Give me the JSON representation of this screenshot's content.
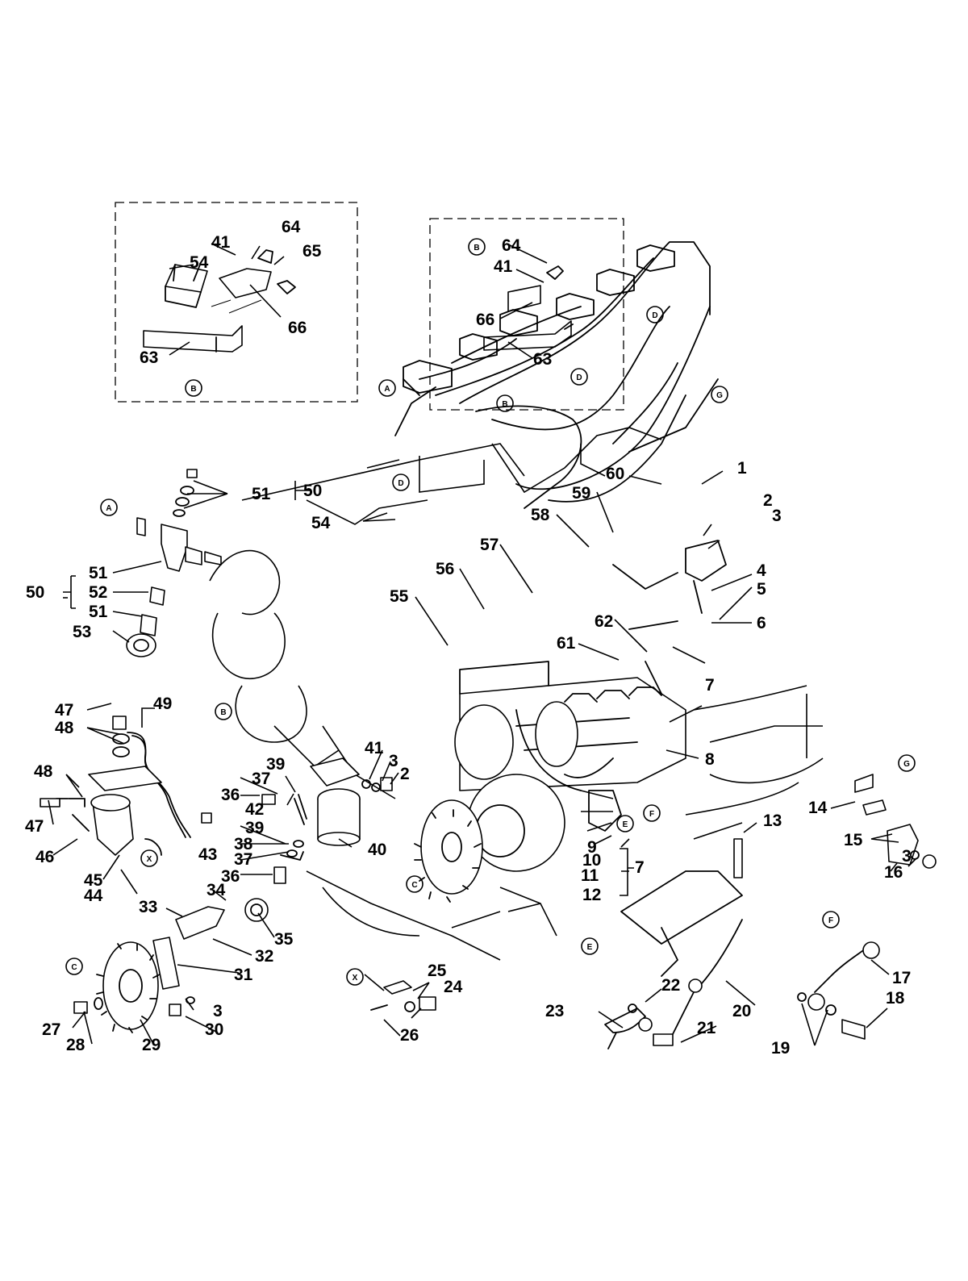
{
  "callouts": [
    "1",
    "2",
    "3",
    "4",
    "5",
    "6",
    "7",
    "8",
    "9",
    "10",
    "11",
    "12",
    "13",
    "14",
    "15",
    "16",
    "17",
    "18",
    "19",
    "20",
    "21",
    "22",
    "23",
    "24",
    "25",
    "26",
    "27",
    "28",
    "29",
    "30",
    "31",
    "32",
    "33",
    "34",
    "35",
    "36",
    "37",
    "38",
    "39",
    "40",
    "41",
    "42",
    "43",
    "44",
    "45",
    "46",
    "47",
    "48",
    "49",
    "50",
    "51",
    "52",
    "53",
    "54",
    "55",
    "56",
    "57",
    "58",
    "59",
    "60",
    "61",
    "62",
    "63",
    "64",
    "65",
    "66"
  ],
  "detail_markers": [
    "A",
    "B",
    "C",
    "D",
    "E",
    "F",
    "G",
    "X"
  ]
}
